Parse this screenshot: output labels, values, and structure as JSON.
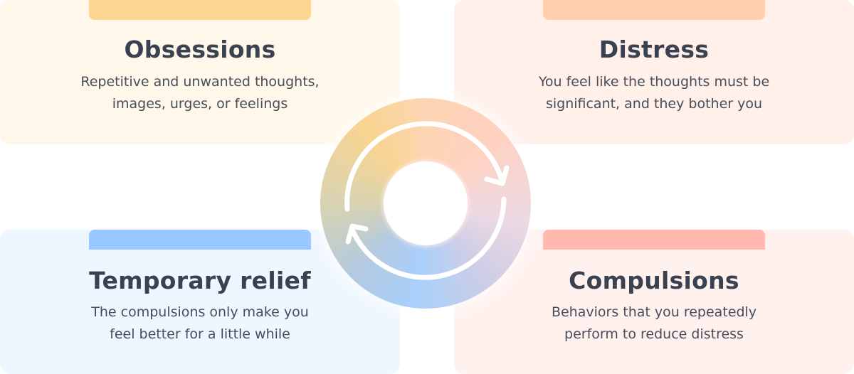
{
  "cards": {
    "obsessions": {
      "title": "Obsessions",
      "desc1": "Repetitive and unwanted thoughts,",
      "desc2": "images, urges, or feelings"
    },
    "distress": {
      "title": "Distress",
      "desc1": "You feel like the thoughts must be",
      "desc2": "significant, and they bother you"
    },
    "relief": {
      "title": "Temporary relief",
      "desc1": "The compulsions only make you",
      "desc2": "feel better for a little while"
    },
    "compulsions": {
      "title": "Compulsions",
      "desc1": "Behaviors that you repeatedly",
      "desc2": "perform to reduce distress"
    }
  },
  "colors": {
    "obsessions": "#fbd591",
    "distress": "#ffcfae",
    "relief": "#98c8ff",
    "compulsions": "#ffb9ae"
  },
  "icons": {
    "cycle": "cycle-arrows-icon"
  }
}
